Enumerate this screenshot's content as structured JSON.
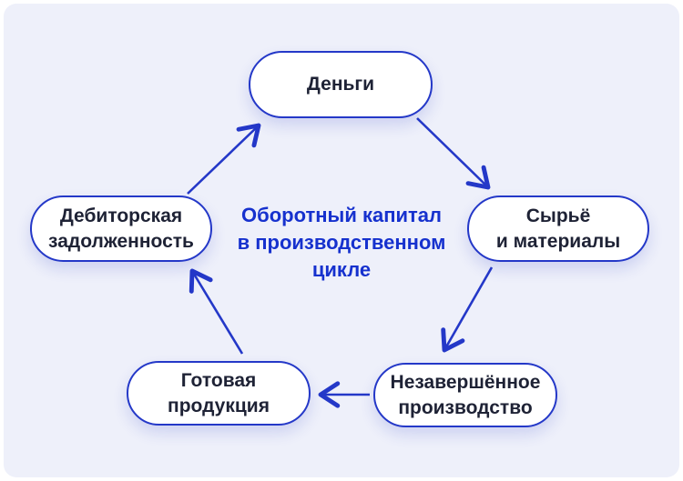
{
  "diagram": {
    "title": "Оборотный капитал\nв производственном\nцикле",
    "colors": {
      "background": "#EEF0FA",
      "node_fill": "#FFFFFF",
      "node_border": "#2438C8",
      "arrow": "#2438C8",
      "title_text": "#1631CE",
      "node_text": "#1E2235"
    },
    "nodes": [
      {
        "id": "money",
        "label": "Деньги"
      },
      {
        "id": "raw-materials",
        "label": "Сырьё\nи материалы"
      },
      {
        "id": "work-in-progress",
        "label": "Незавершённое\nпроизводство"
      },
      {
        "id": "finished-goods",
        "label": "Готовая\nпродукция"
      },
      {
        "id": "accounts-receivable",
        "label": "Дебиторская\nзадолженность"
      }
    ],
    "edges": [
      {
        "from": "money",
        "to": "raw-materials"
      },
      {
        "from": "raw-materials",
        "to": "work-in-progress"
      },
      {
        "from": "work-in-progress",
        "to": "finished-goods"
      },
      {
        "from": "finished-goods",
        "to": "accounts-receivable"
      },
      {
        "from": "accounts-receivable",
        "to": "money"
      }
    ]
  }
}
